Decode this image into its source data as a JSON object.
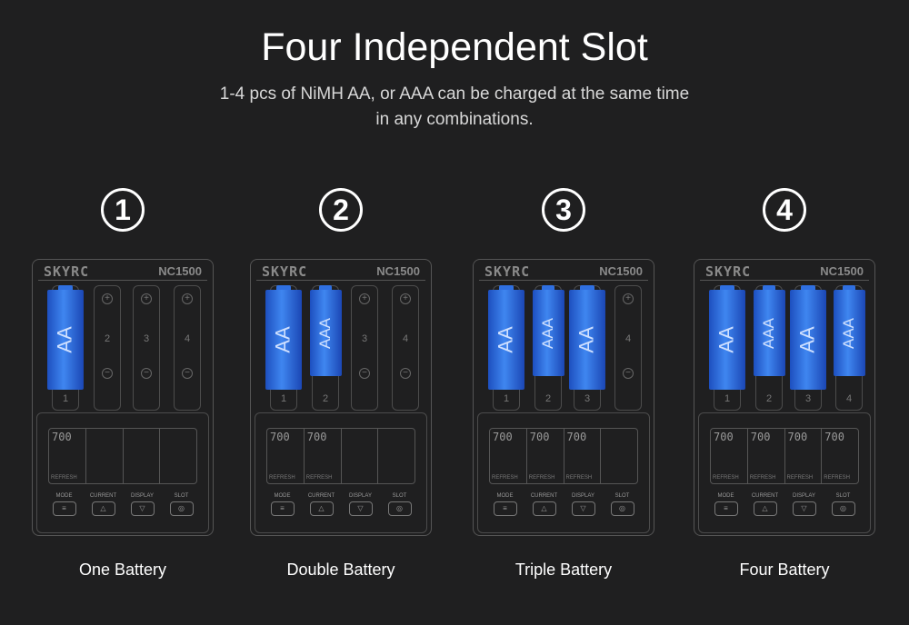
{
  "header": {
    "title": "Four Independent Slot",
    "subtitle_line1": "1-4 pcs of NiMH AA, or AAA can be charged at the same time",
    "subtitle_line2": "in any combinations."
  },
  "charger": {
    "brand": "SKYRC",
    "model": "NC1500",
    "slot_numbers": [
      "1",
      "2",
      "3",
      "4"
    ],
    "display_value": "700",
    "display_mode": "REFRESH",
    "buttons": [
      "MODE",
      "CURRENT",
      "DISPLAY",
      "SLOT"
    ]
  },
  "colors": {
    "battery": "#2f6fe0",
    "background": "#1f1f20",
    "outline": "#555555"
  },
  "panels": [
    {
      "number": "1",
      "caption": "One Battery",
      "batteries": [
        "AA"
      ]
    },
    {
      "number": "2",
      "caption": "Double Battery",
      "batteries": [
        "AA",
        "AAA"
      ]
    },
    {
      "number": "3",
      "caption": "Triple Battery",
      "batteries": [
        "AA",
        "AAA",
        "AA"
      ]
    },
    {
      "number": "4",
      "caption": "Four Battery",
      "batteries": [
        "AA",
        "AAA",
        "AA",
        "AAA"
      ]
    }
  ]
}
